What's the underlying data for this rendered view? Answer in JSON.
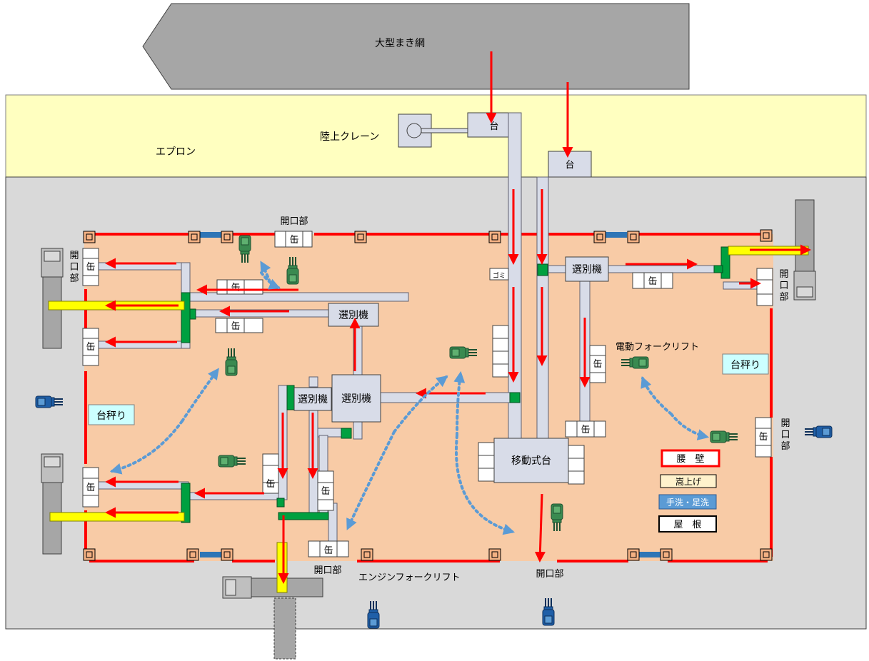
{
  "labels": {
    "ship": "大型まき網",
    "apron": "エプロン",
    "crane": "陸上クレーン",
    "dai": "台",
    "gomi": "ゴミ",
    "kan": "缶",
    "sorter": "選別機",
    "platform_scale": "台秤り",
    "opening": "開口部",
    "opening_vertical": [
      "開",
      "口",
      "部"
    ],
    "electric_forklift": "電動フォークリフト",
    "engine_forklift": "エンジンフォークリフト",
    "mobile_platform": "移動式台"
  },
  "legend": [
    {
      "id": "koshikabe",
      "label": "腰　壁"
    },
    {
      "id": "kasaage",
      "label": "嵩上げ"
    },
    {
      "id": "tearai",
      "label": "手洗・足洗"
    },
    {
      "id": "yane",
      "label": "屋　根"
    }
  ],
  "colors": {
    "ship": "#a6a6a6",
    "apron": "#ffffc0",
    "floor": "#d9d9d9",
    "work_area": "#f8cba6",
    "wall_red": "#ff0000",
    "conveyor": "#d8dce8",
    "green": "#00a040",
    "yellow": "#ffff00",
    "blue": "#2e75b6",
    "forklift_green": "#3a8a50",
    "forklift_blue": "#1f5fa8",
    "scale_fill": "#ccffff",
    "dotted_arrow": "#5b9bd5"
  }
}
